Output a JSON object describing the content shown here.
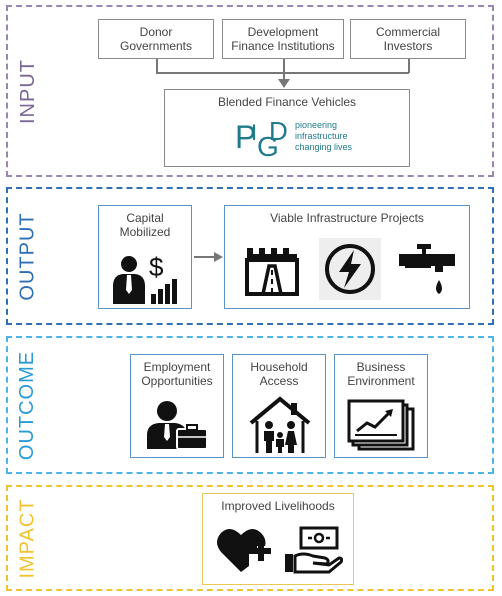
{
  "stages": {
    "input": {
      "label": "INPUT",
      "color": "#7b6596"
    },
    "output": {
      "label": "OUTPUT",
      "color": "#2f6fb5"
    },
    "outcome": {
      "label": "OUTCOME",
      "color": "#2a9bd6"
    },
    "impact": {
      "label": "IMPACT",
      "color": "#f0c330"
    }
  },
  "input": {
    "sources": [
      {
        "line1": "Donor",
        "line2": "Governments"
      },
      {
        "line1": "Development",
        "line2": "Finance Institutions"
      },
      {
        "line1": "Commercial",
        "line2": "Investors"
      }
    ],
    "vehicles_title": "Blended Finance Vehicles",
    "logo": {
      "mark": "PIDG",
      "tagline1": "pioneering",
      "tagline2": "infrastructure",
      "tagline3": "changing lives",
      "color": "#1f7a8c"
    }
  },
  "output": {
    "capital_line1": "Capital",
    "capital_line2": "Mobilized",
    "capital_icon": "businessman-dollar-chart-icon",
    "projects_title": "Viable Infrastructure Projects",
    "project_icons": [
      "road-bridge-icon",
      "lightning-power-icon",
      "water-tap-icon"
    ]
  },
  "outcome": {
    "boxes": [
      {
        "line1": "Employment",
        "line2": "Opportunities",
        "icon": "worker-briefcase-icon"
      },
      {
        "line1": "Household",
        "line2": "Access",
        "icon": "family-house-icon"
      },
      {
        "line1": "Business",
        "line2": "Environment",
        "icon": "business-chart-icon"
      }
    ]
  },
  "impact": {
    "title": "Improved Livelihoods",
    "icons": [
      "heart-health-icon",
      "cash-in-hand-icon"
    ]
  }
}
